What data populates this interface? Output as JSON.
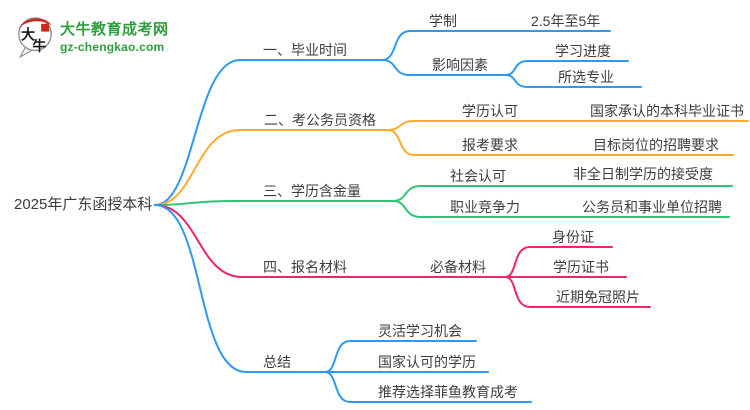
{
  "logo": {
    "icon_chars": [
      "大",
      "牛"
    ],
    "site_name": "大牛教育成考网",
    "site_url": "gz-chengkao.com",
    "brand_green": "#2f9e3e",
    "brand_red": "#c62a1c"
  },
  "root": {
    "label": "2025年广东函授本科"
  },
  "colors": {
    "branch_blue": "#2f99f1",
    "branch_orange": "#ffab2e",
    "branch_green": "#2ec477",
    "branch_pink": "#f1256f",
    "text": "#3e3e3e"
  },
  "branches": [
    {
      "label": "一、毕业时间",
      "color": "blue",
      "children": [
        {
          "label": "学制",
          "children": [
            {
              "label": "2.5年至5年"
            }
          ]
        },
        {
          "label": "影响因素",
          "children": [
            {
              "label": "学习进度"
            },
            {
              "label": "所选专业"
            }
          ]
        }
      ]
    },
    {
      "label": "二、考公务员资格",
      "color": "orange",
      "children": [
        {
          "label": "学历认可",
          "children": [
            {
              "label": "国家承认的本科毕业证书"
            }
          ]
        },
        {
          "label": "报考要求",
          "children": [
            {
              "label": "目标岗位的招聘要求"
            }
          ]
        }
      ]
    },
    {
      "label": "三、学历含金量",
      "color": "green",
      "children": [
        {
          "label": "社会认可",
          "children": [
            {
              "label": "非全日制学历的接受度"
            }
          ]
        },
        {
          "label": "职业竞争力",
          "children": [
            {
              "label": "公务员和事业单位招聘"
            }
          ]
        }
      ]
    },
    {
      "label": "四、报名材料",
      "color": "pink",
      "children": [
        {
          "label": "必备材料",
          "children": [
            {
              "label": "身份证"
            },
            {
              "label": "学历证书"
            },
            {
              "label": "近期免冠照片"
            }
          ]
        }
      ]
    },
    {
      "label": "总结",
      "color": "blue",
      "children": [
        {
          "label": "灵活学习机会"
        },
        {
          "label": "国家认可的学历"
        },
        {
          "label": "推荐选择菲鱼教育成考"
        }
      ]
    }
  ]
}
